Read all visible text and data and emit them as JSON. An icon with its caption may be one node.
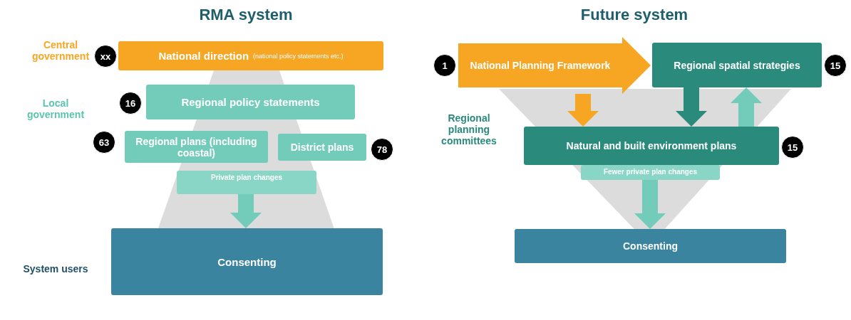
{
  "diagram": {
    "nodes": [
      {
        "text": [
          "National direction",
          "(national policy statements etc.)"
        ],
        "beside": [
          "xx"
        ]
      },
      {
        "text": [
          "Regional policy statements"
        ],
        "beside": [
          "16"
        ]
      },
      {
        "text": [
          "Regional plans (including coastal)"
        ],
        "beside": [
          "63"
        ]
      },
      {
        "text": [
          "District plans"
        ],
        "beside": [
          "78"
        ]
      },
      {
        "text": [
          "Private plan changes"
        ]
      },
      {
        "text": [
          "Consenting"
        ]
      },
      {
        "text": [
          "National Planning Framework"
        ],
        "beside": [
          "1"
        ]
      },
      {
        "text": [
          "Regional spatial strategies"
        ],
        "beside": [
          "15"
        ]
      },
      {
        "text": [
          "Natural and built environment plans"
        ],
        "beside": [
          "15"
        ]
      },
      {
        "text": [
          "Fewer private plan changes"
        ]
      },
      {
        "text": [
          "Consenting"
        ]
      }
    ],
    "edges": [
      {
        "from": 4,
        "to": 5,
        "arrow": "to"
      },
      {
        "from": 6,
        "to": 8,
        "arrow": "to",
        "color": "#f6a623"
      },
      {
        "from": 7,
        "to": 8,
        "arrow": "to",
        "color": "#2a8a7b"
      },
      {
        "from": 8,
        "to": 7,
        "arrow": "to"
      },
      {
        "from": 9,
        "to": 10,
        "arrow": "to"
      }
    ],
    "labels": [
      "RMA system",
      "Future system",
      "Central government",
      "Local government",
      "System users",
      "Regional planning committees"
    ]
  }
}
